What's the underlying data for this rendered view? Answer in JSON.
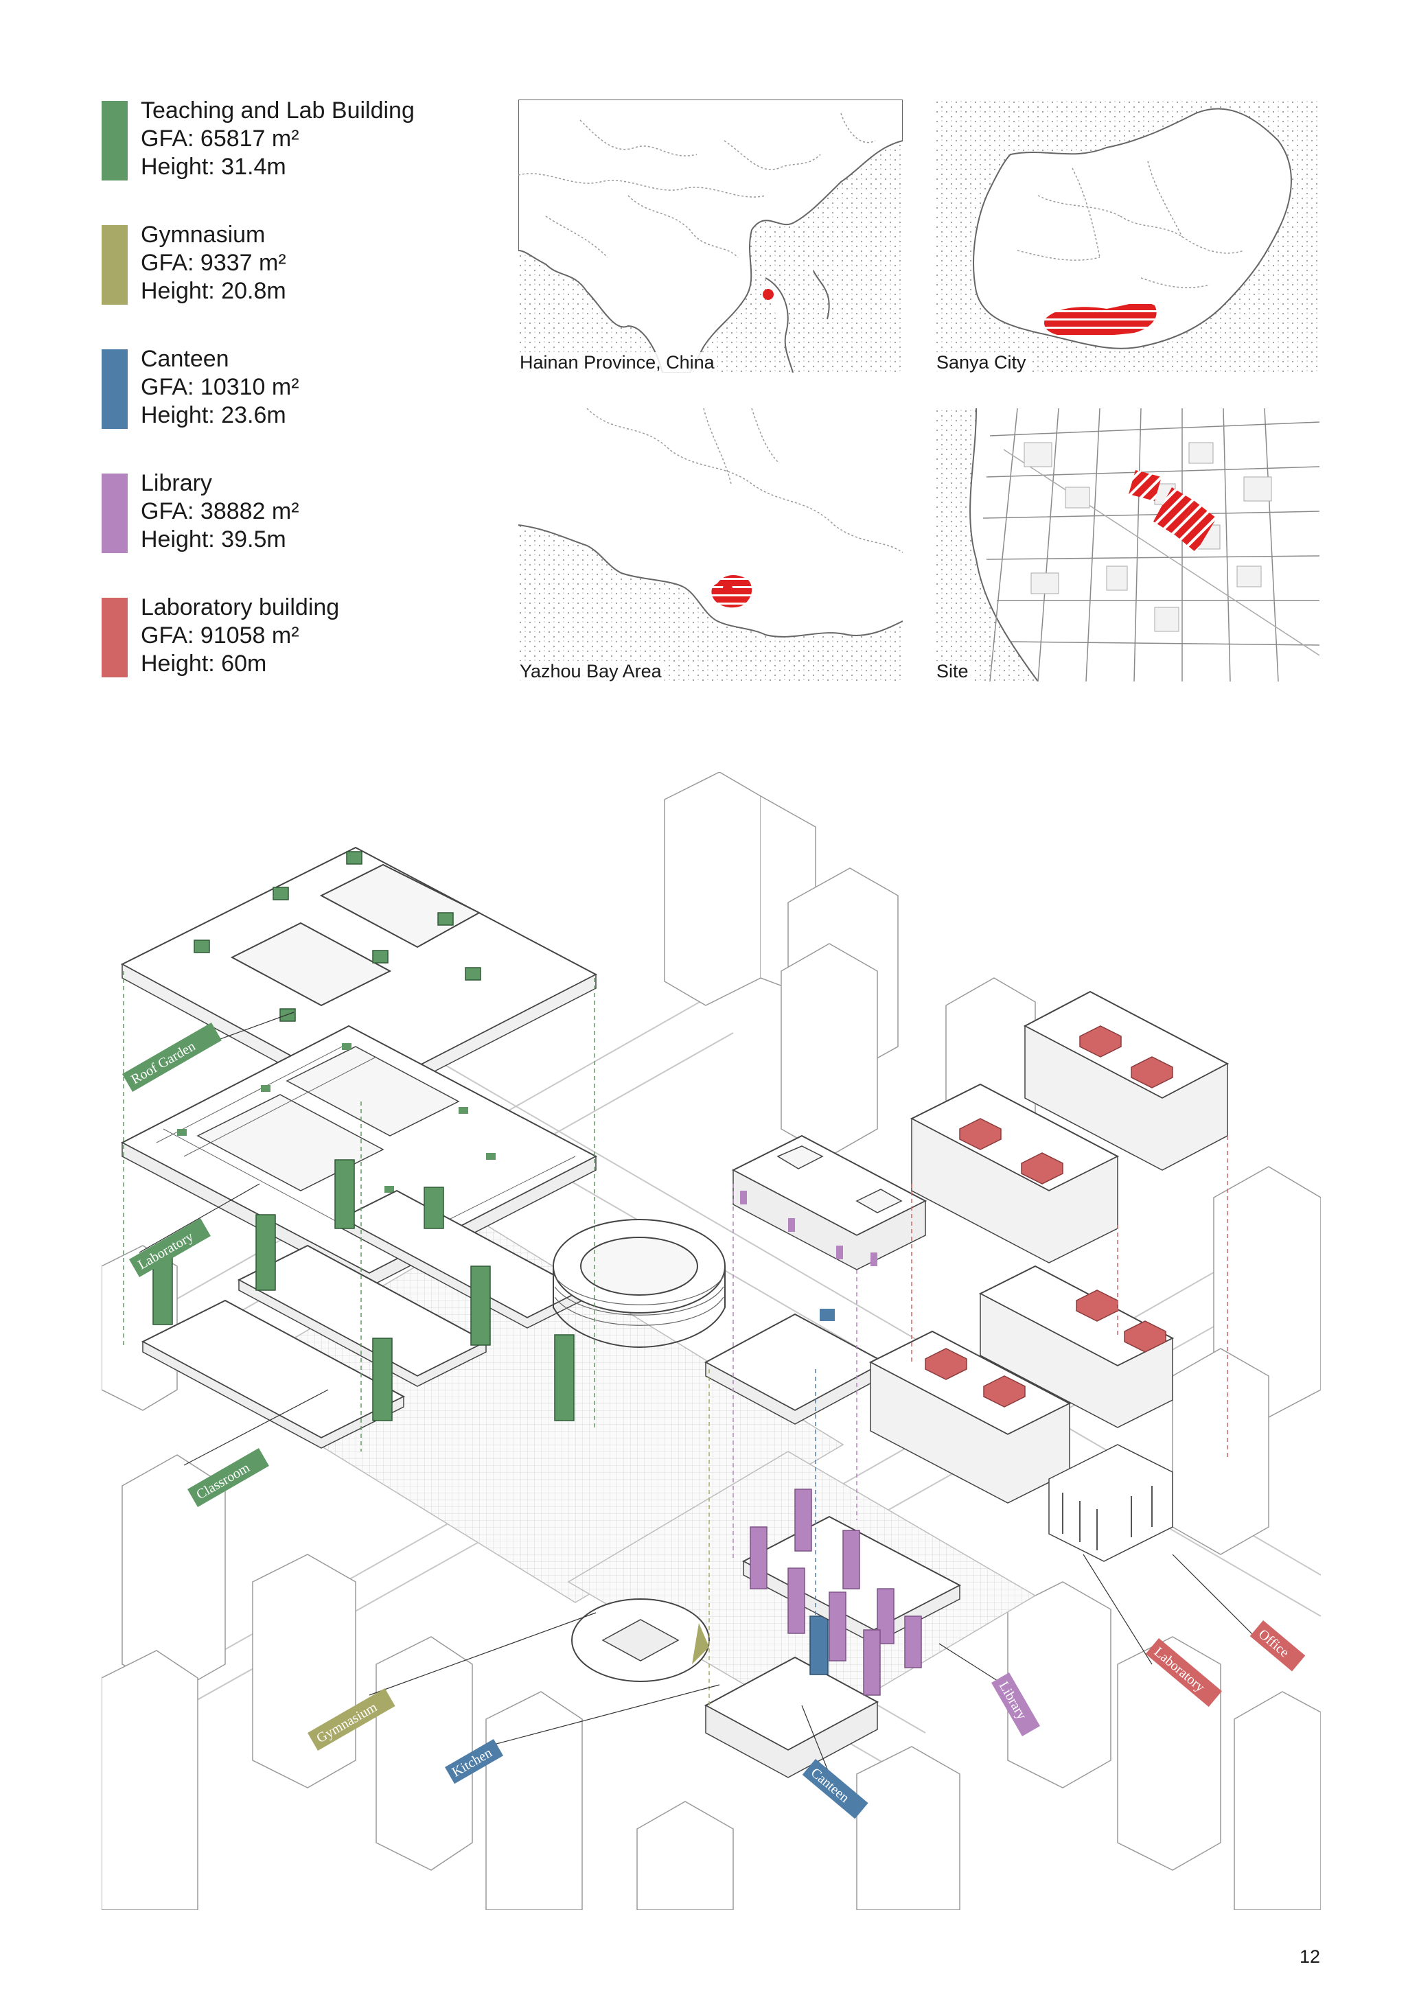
{
  "legend": [
    {
      "name": "Teaching and Lab Building",
      "gfa": "GFA: 65817 m²",
      "height": "Height: 31.4m",
      "color": "#5f9966"
    },
    {
      "name": "Gymnasium",
      "gfa": "GFA: 9337 m²",
      "height": "Height: 20.8m",
      "color": "#a9a967"
    },
    {
      "name": "Canteen",
      "gfa": "GFA: 10310 m²",
      "height": "Height: 23.6m",
      "color": "#4e7ea8"
    },
    {
      "name": "Library",
      "gfa": "GFA: 38882 m²",
      "height": "Height: 39.5m",
      "color": "#b484bf"
    },
    {
      "name": "Laboratory building",
      "gfa": "GFA: 91058 m²",
      "height": "Height: 60m",
      "color": "#d16566"
    }
  ],
  "maps": [
    {
      "label": "Hainan Province, China"
    },
    {
      "label": "Sanya City"
    },
    {
      "label": "Yazhou Bay Area"
    },
    {
      "label": "Site"
    }
  ],
  "tags": {
    "roof_garden": "Roof Garden",
    "laboratory_left": "Laboratory",
    "classroom": "Classroom",
    "gymnasium": "Gymnasium",
    "kitchen": "Kitchen",
    "canteen": "Canteen",
    "library": "Library",
    "laboratory_right": "Laboratory",
    "office": "Office"
  },
  "colors": {
    "teaching": "#5f9966",
    "gymnasium": "#a9a967",
    "canteen": "#4e7ea8",
    "library": "#b484bf",
    "laboratory": "#d16566",
    "map_highlight": "#e02020"
  },
  "page_number": "12"
}
